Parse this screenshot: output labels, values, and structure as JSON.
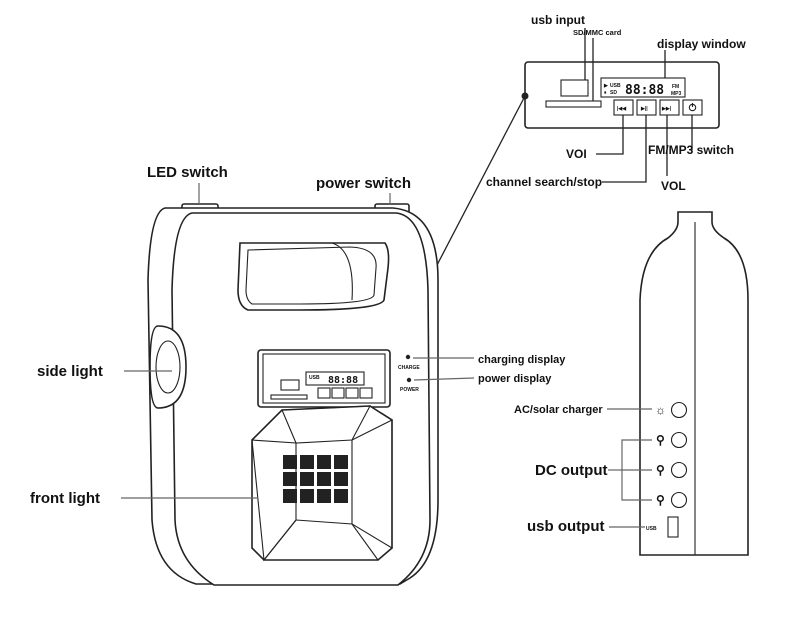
{
  "labels": {
    "led_switch": "LED  switch",
    "power_switch": "power switch",
    "side_light": "side light",
    "front_light": "front light",
    "charging_display": "charging display",
    "power_display": "power display",
    "usb_input": "usb input",
    "sd_mmc_card": "SD/MMC card",
    "display_window": "display window",
    "voi": "VOI",
    "channel_search_stop": "channel search/stop",
    "fm_mp3_switch": "FM/MP3 switch",
    "vol": "VOL",
    "ac_solar_charger": "AC/solar charger",
    "dc_output": "DC output",
    "usb_output": "usb output"
  },
  "device_markings": {
    "display_digits": "88:88",
    "usb": "USB",
    "sd": "SD",
    "fm": "FM",
    "mp3": "MP3",
    "charge": "CHARGE",
    "power": "POWER",
    "usb_port": "USB"
  }
}
